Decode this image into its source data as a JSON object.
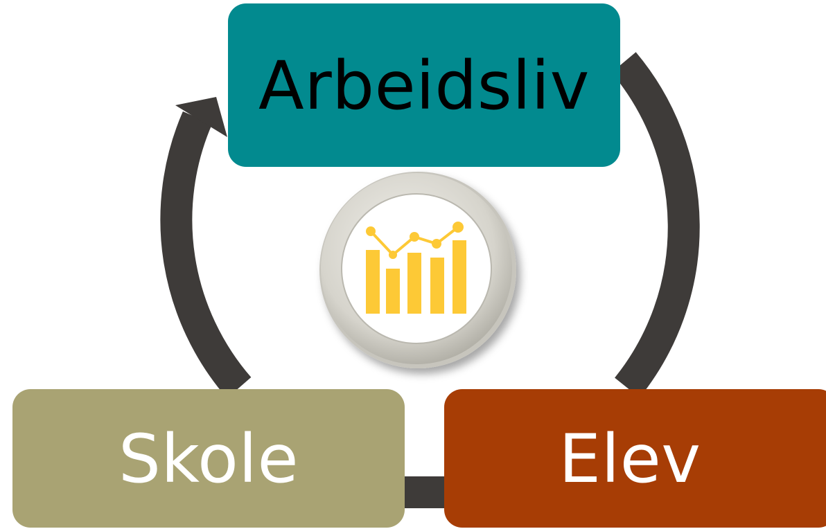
{
  "diagram": {
    "boxes": [
      {
        "label": "Arbeidsliv",
        "color": "#028a8f",
        "text_color": "#000000"
      },
      {
        "label": "Skole",
        "color": "#a9a373",
        "text_color": "#ffffff"
      },
      {
        "label": "Elev",
        "color": "#a73d05",
        "text_color": "#ffffff"
      }
    ],
    "cycle_arrow_color": "#3e3b39",
    "center_icon": "bar-line-chart-icon",
    "icon_colors": {
      "bars": "#fdc936",
      "ring": "#d8d6ce"
    }
  }
}
